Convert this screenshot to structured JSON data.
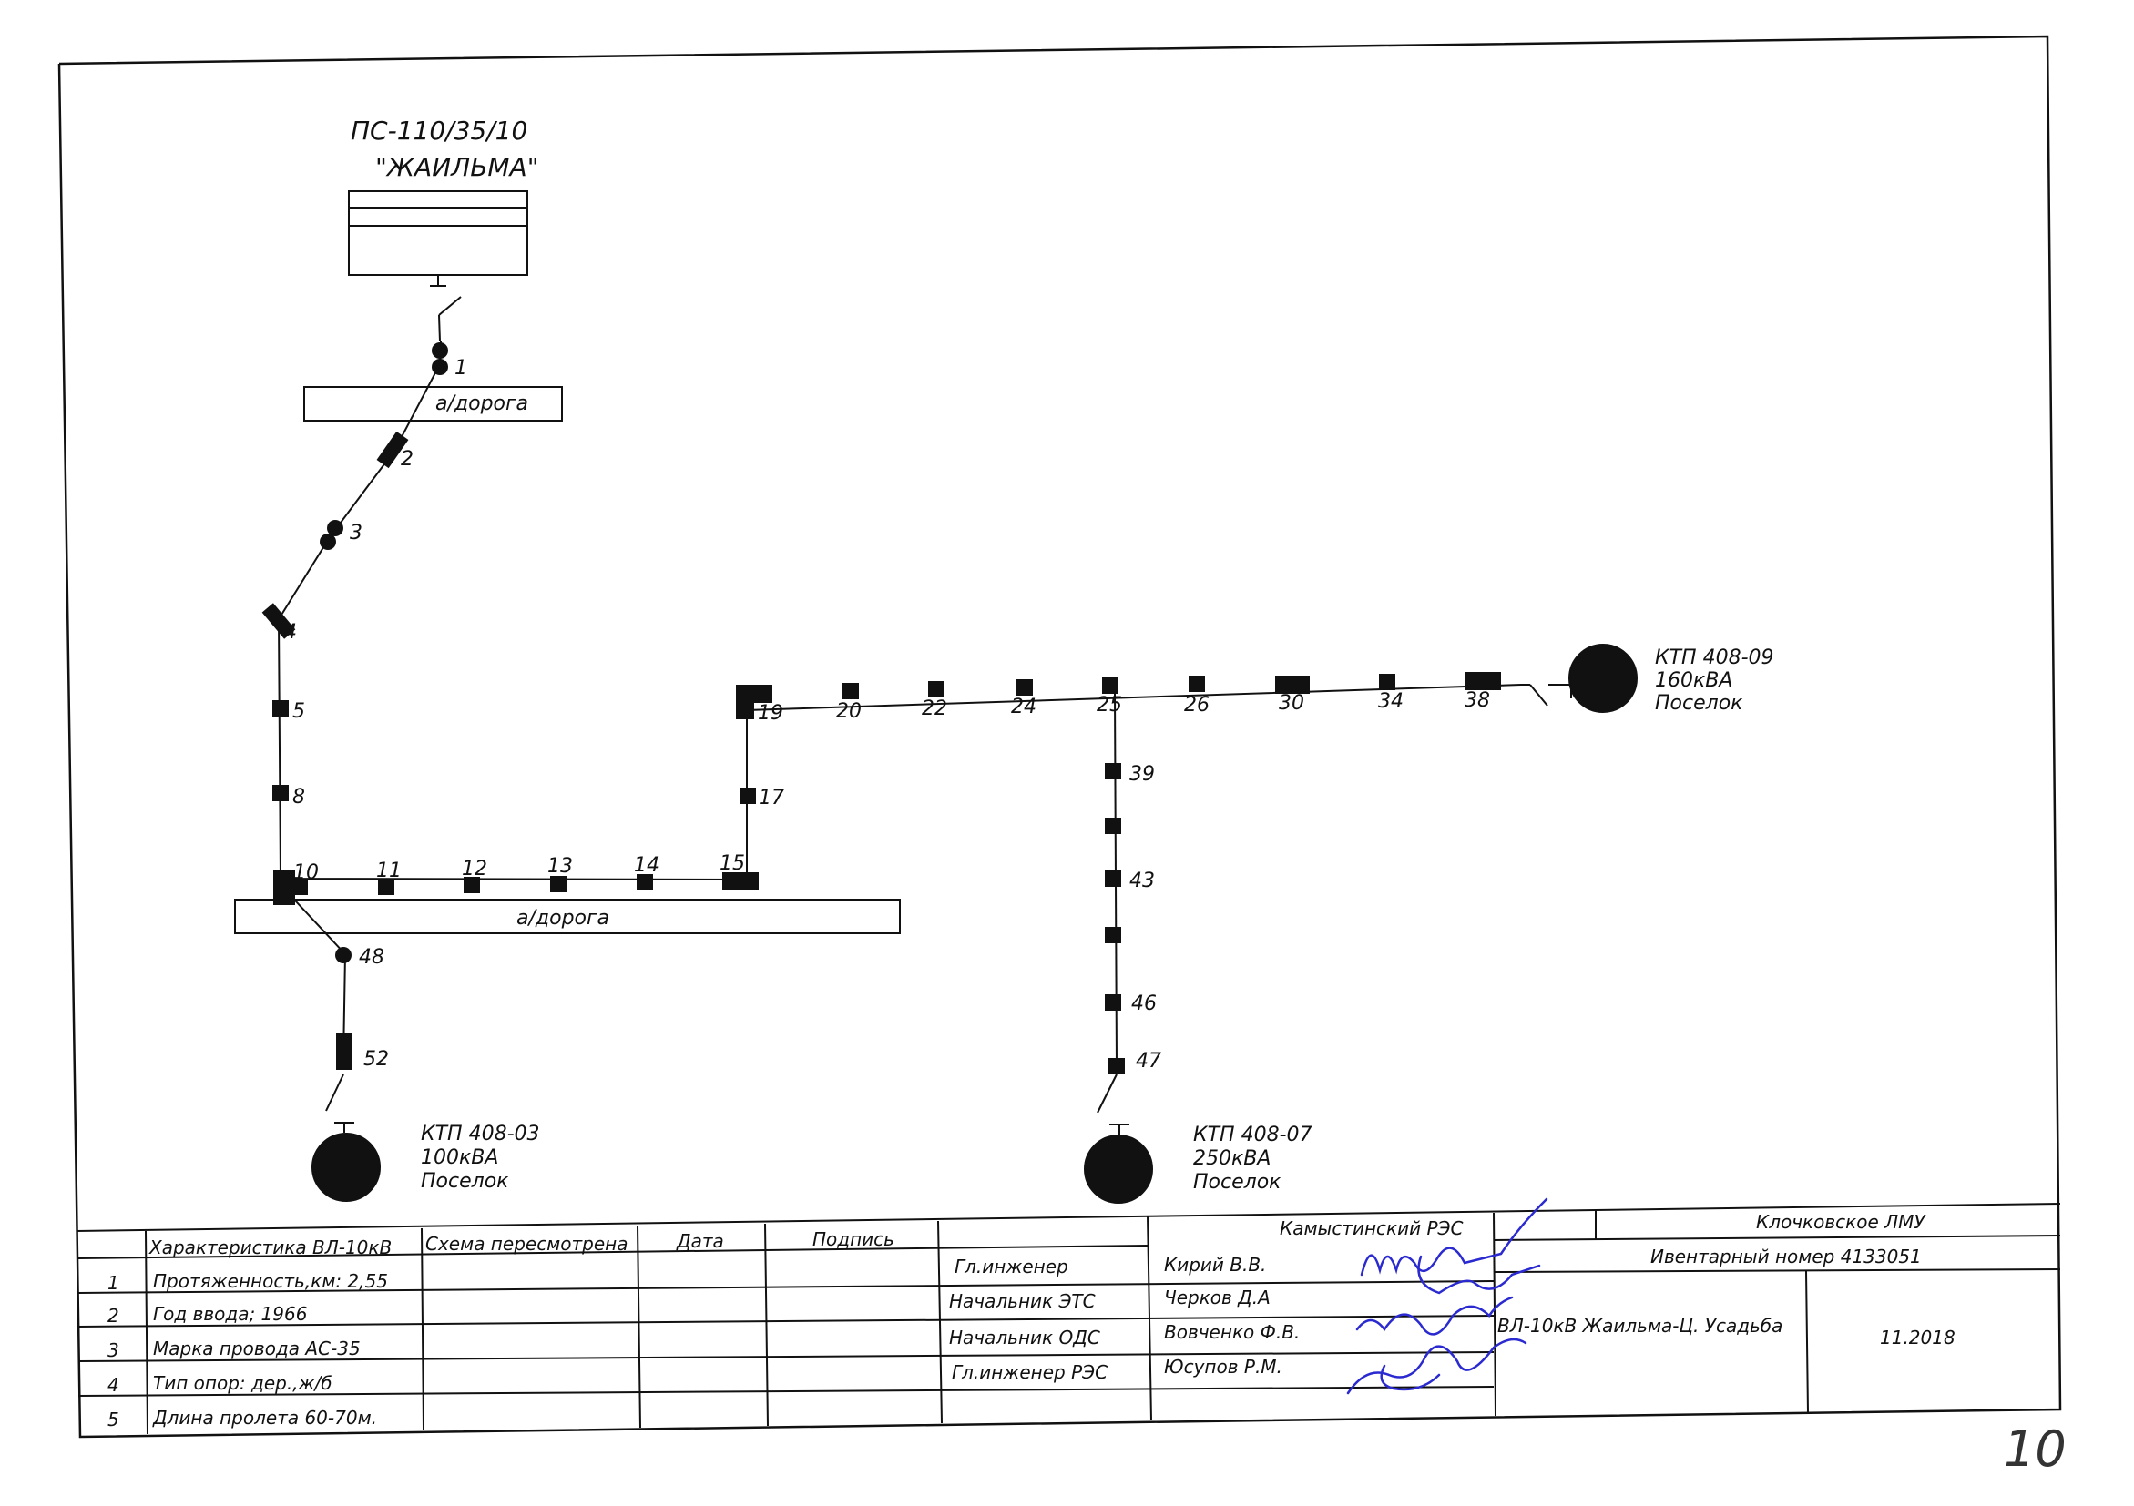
{
  "substation": {
    "name": "ПС-110/35/10",
    "title": "\"ЖАИЛЬМА\""
  },
  "roads": [
    "а/дорога",
    "а/дорога"
  ],
  "supports": [
    {
      "label": "1"
    },
    {
      "label": "2"
    },
    {
      "label": "3"
    },
    {
      "label": "4"
    },
    {
      "label": "5"
    },
    {
      "label": "8"
    },
    {
      "label": "10"
    },
    {
      "label": "11"
    },
    {
      "label": "12"
    },
    {
      "label": "13"
    },
    {
      "label": "14"
    },
    {
      "label": "15"
    },
    {
      "label": "17"
    },
    {
      "label": "19"
    },
    {
      "label": "20"
    },
    {
      "label": "22"
    },
    {
      "label": "24"
    },
    {
      "label": "25"
    },
    {
      "label": "26"
    },
    {
      "label": "30"
    },
    {
      "label": "34"
    },
    {
      "label": "38"
    },
    {
      "label": "39"
    },
    {
      "label": "43"
    },
    {
      "label": "46"
    },
    {
      "label": "47"
    },
    {
      "label": "48"
    },
    {
      "label": "52"
    }
  ],
  "transformers": [
    {
      "name": "КТП 408-09",
      "power": "160кВА",
      "place": "Поселок"
    },
    {
      "name": "КТП 408-03",
      "power": "100кВА",
      "place": "Поселок"
    },
    {
      "name": "КТП 408-07",
      "power": "250кВА",
      "place": "Поселок"
    }
  ],
  "stamp": {
    "header": {
      "characteristic": "Характеристика ВЛ-10кВ",
      "revised": "Схема пересмотрена",
      "date": "Дата",
      "signature": "Подпись"
    },
    "rows": [
      {
        "n": "1",
        "text": "Протяженность,км: 2,55"
      },
      {
        "n": "2",
        "text": "Год ввода; 1966"
      },
      {
        "n": "3",
        "text": "Марка провода АС-35"
      },
      {
        "n": "4",
        "text": "Тип опор: дер.,ж/б"
      },
      {
        "n": "5",
        "text": "Длина пролета 60-70м."
      }
    ],
    "positions": [
      "Гл.инженер",
      "Начальник ЭТС",
      "Начальник ОДС",
      "Гл.инженер РЭС"
    ],
    "names": [
      "Кирий В.В.",
      "Черков Д.А",
      "Вовченко Ф.В.",
      "Юсупов Р.М."
    ],
    "org_res": "Камыстинский РЭС",
    "org_lmu": "Клочковское ЛМУ",
    "inventory": "Ивентарный номер 4133051",
    "line_name": "ВЛ-10кВ Жаильма-Ц. Усадьба",
    "doc_date": "11.2018"
  },
  "page_number": "10",
  "colors": {
    "ink": "#111111",
    "signature": "#2a2ad0"
  }
}
